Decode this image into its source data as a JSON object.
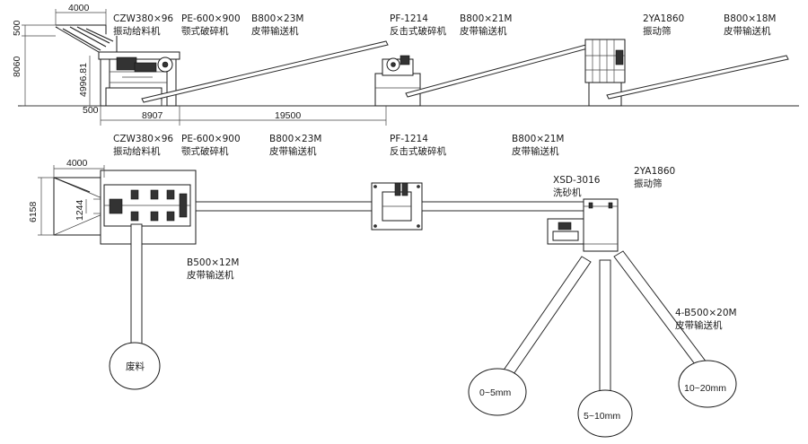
{
  "side_view": {
    "dims": {
      "top_width": "4000",
      "top_height": "500",
      "total_height": "8060",
      "elevation": "4996.81",
      "base": "500",
      "span_1": "8907",
      "span_2": "19500"
    },
    "labels": {
      "feeder_model": "CZW380×96",
      "feeder_name": "振动给料机",
      "jaw_model": "PE-600×900",
      "jaw_name": "颚式破碎机",
      "belt1_model": "B800×23M",
      "belt1_name": "皮带输送机",
      "impact_model": "PF-1214",
      "impact_name": "反击式破碎机",
      "belt2_model": "B800×21M",
      "belt2_name": "皮带输送机",
      "screen_model": "2YA1860",
      "screen_name": "振动筛",
      "belt3_model": "B800×18M",
      "belt3_name": "皮带输送机"
    }
  },
  "plan_view": {
    "dims": {
      "width": "4000",
      "height": "6158",
      "inner": "1244"
    },
    "labels": {
      "feeder_model": "CZW380×96",
      "feeder_name": "振动给料机",
      "jaw_model": "PE-600×900",
      "jaw_name": "颚式破碎机",
      "belt1_model": "B800×23M",
      "belt1_name": "皮带输送机",
      "impact_model": "PF-1214",
      "impact_name": "反击式破碎机",
      "belt2_model": "B800×21M",
      "belt2_name": "皮带输送机",
      "washer_model": "XSD-3016",
      "washer_name": "洗砂机",
      "screen_model": "2YA1860",
      "screen_name": "振动筛",
      "waste_belt_model": "B500×12M",
      "waste_belt_name": "皮带输送机",
      "out_belt_model": "4-B500×20M",
      "out_belt_name": "皮带输送机",
      "pile_waste": "废料",
      "pile_fine": "0~5mm",
      "pile_mid": "5~10mm",
      "pile_coarse": "10~20mm"
    }
  },
  "colors": {
    "line": "#2a2a2a",
    "background": "#ffffff"
  }
}
